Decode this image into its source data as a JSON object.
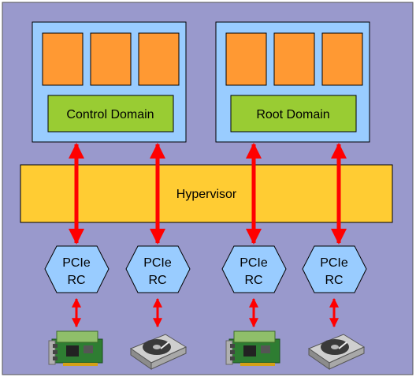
{
  "colors": {
    "background": "#9999cc",
    "domain_box": "#99ccff",
    "vcpu": "#ff9933",
    "domain_label": "#99cc33",
    "hypervisor": "#ffcc33",
    "pcie": "#99ccff",
    "arrow": "#ff0000"
  },
  "domains": [
    {
      "label": "Control Domain",
      "vcpu_count": 3
    },
    {
      "label": "Root Domain",
      "vcpu_count": 3
    }
  ],
  "hypervisor": {
    "label": "Hypervisor"
  },
  "pcie_nodes": [
    {
      "line1": "PCIe",
      "line2": "RC",
      "device": "network-card-icon"
    },
    {
      "line1": "PCIe",
      "line2": "RC",
      "device": "hard-disk-icon"
    },
    {
      "line1": "PCIe",
      "line2": "RC",
      "device": "network-card-icon"
    },
    {
      "line1": "PCIe",
      "line2": "RC",
      "device": "hard-disk-icon"
    }
  ]
}
